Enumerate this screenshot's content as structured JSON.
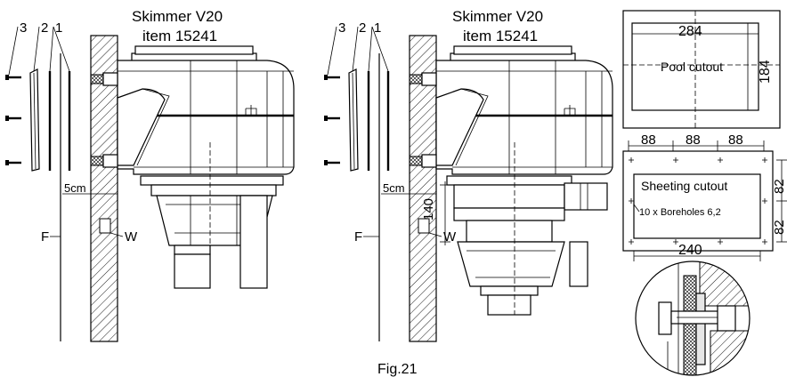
{
  "left_view": {
    "title_line1": "Skimmer V20",
    "title_line2": "item 15241",
    "label_3": "3",
    "label_2": "2",
    "label_1": "1",
    "label_5cm": "5cm",
    "label_F": "F",
    "label_W": "W"
  },
  "right_view": {
    "title_line1": "Skimmer V20",
    "title_line2": "item 15241",
    "label_3": "3",
    "label_2": "2",
    "label_1": "1",
    "label_5cm": "5cm",
    "label_F": "F",
    "label_W": "W",
    "dim_140": "140"
  },
  "pool_cutout": {
    "label": "Pool cutout",
    "width": "284",
    "height": "184"
  },
  "sheeting_cutout": {
    "label": "Sheeting cutout",
    "boreholes": "10 x Boreholes  6,2",
    "spacing_1": "88",
    "spacing_2": "88",
    "spacing_3": "88",
    "height_1": "82",
    "height_2": "82",
    "width": "240"
  },
  "figure": {
    "caption": "Fig.21"
  }
}
